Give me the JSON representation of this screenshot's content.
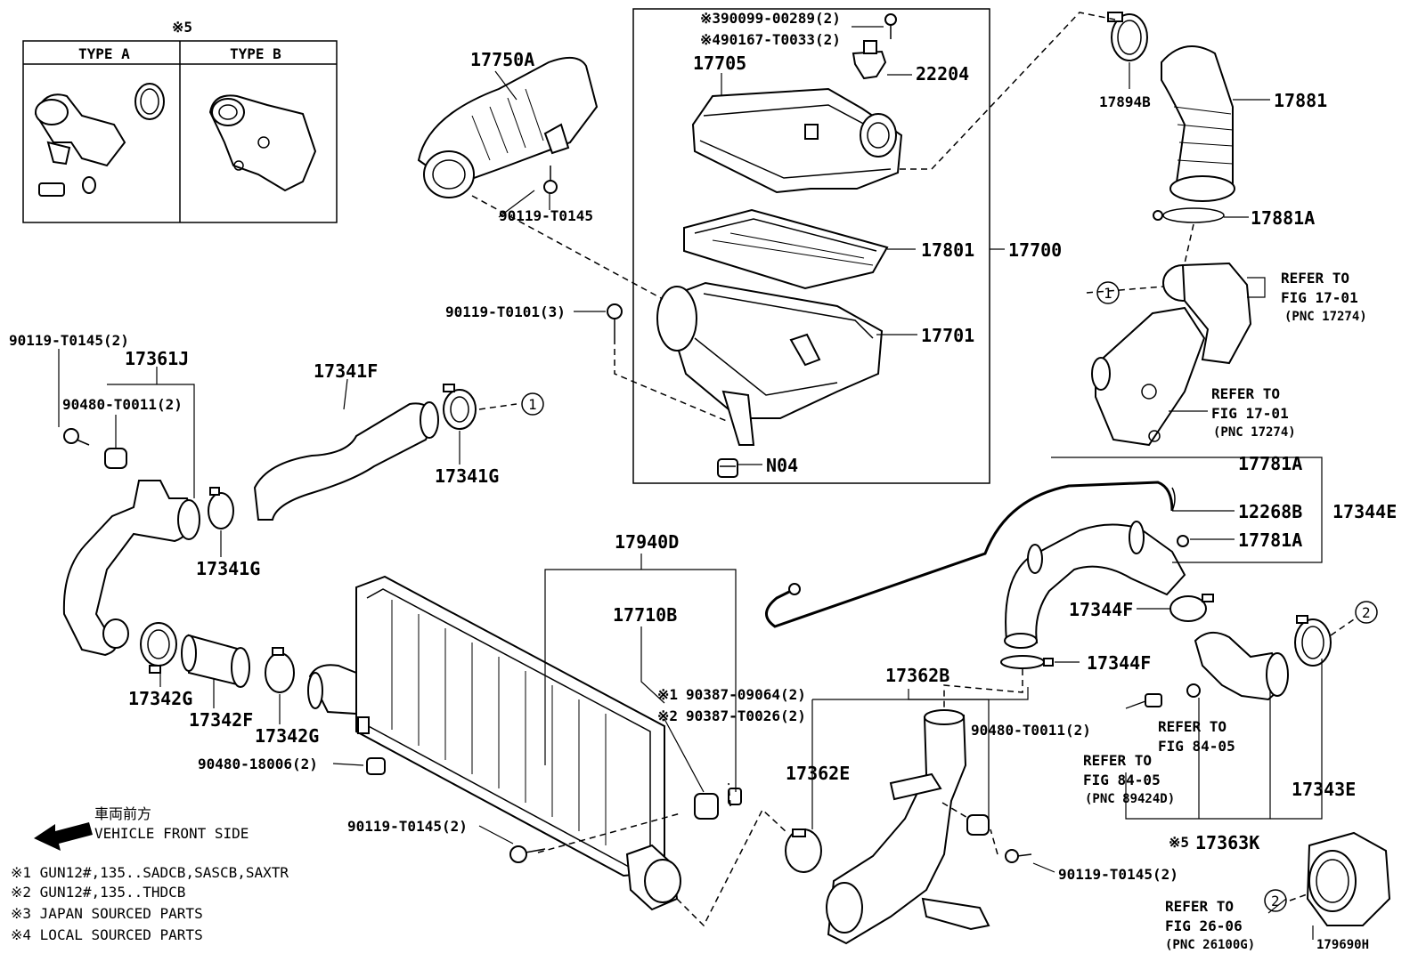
{
  "diagram_id": "179690H",
  "inset": {
    "marker": "※5",
    "type_a": "TYPE A",
    "type_b": "TYPE B"
  },
  "parts": {
    "p17750A": "17750A",
    "p90119_T0145_a": "90119-T0145",
    "p17705": "17705",
    "p390099": "※390099-00289(2)",
    "p490167": "※490167-T0033(2)",
    "p22204": "22204",
    "p17801": "17801",
    "p17700": "17700",
    "p90119_T0101": "90119-T0101(3)",
    "p17701": "17701",
    "pN04": "N04",
    "p17894B": "17894B",
    "p17881": "17881",
    "p17881A": "17881A",
    "p90119_T0145_b": "90119-T0145(2)",
    "p17361J": "17361J",
    "p90480_T0011_a": "90480-T0011(2)",
    "p17341F": "17341F",
    "p17341G_a": "17341G",
    "p17341G_b": "17341G",
    "p17342G_a": "17342G",
    "p17342F": "17342F",
    "p17342G_b": "17342G",
    "p90480_18006": "90480-18006(2)",
    "p17940D": "17940D",
    "p17710B": "17710B",
    "p90387_09064": "90387-09064(2)",
    "p90387_T0026": "90387-T0026(2)",
    "p90119_T0145_c": "90119-T0145(2)",
    "p17781A_a": "17781A",
    "p12268B": "12268B",
    "p17344E": "17344E",
    "p17781A_b": "17781A",
    "p17344F_a": "17344F",
    "p17344F_b": "17344F",
    "p17362B": "17362B",
    "p90480_T0011_b": "90480-T0011(2)",
    "p17362E": "17362E",
    "p90119_T0145_d": "90119-T0145(2)",
    "p17343E": "17343E",
    "p17363K": "17363K",
    "mark1": "※1",
    "mark2": "※2",
    "mark5": "※5"
  },
  "refs": {
    "r1_line1": "REFER TO",
    "r1_line2": "FIG 17-01",
    "r1_line3": "(PNC 17274)",
    "r2_line1": "REFER TO",
    "r2_line2": "FIG 17-01",
    "r2_line3": "(PNC 17274)",
    "r3_line1": "REFER TO",
    "r3_line2": "FIG 84-05",
    "r4_line1": "REFER TO",
    "r4_line2": "FIG 84-05",
    "r4_line3": "(PNC 89424D)",
    "r5_line1": "REFER TO",
    "r5_line2": "FIG 26-06",
    "r5_line3": "(PNC 26100G)"
  },
  "circle_refs": {
    "c1": "1",
    "c2": "2"
  },
  "vehicle_front": {
    "jp": "車両前方",
    "en": "VEHICLE FRONT SIDE"
  },
  "notes": [
    "※1 GUN12#,135..SADCB,SASCB,SAXTR",
    "※2 GUN12#,135..THDCB",
    "※3 JAPAN SOURCED PARTS",
    "※4 LOCAL SOURCED PARTS"
  ]
}
